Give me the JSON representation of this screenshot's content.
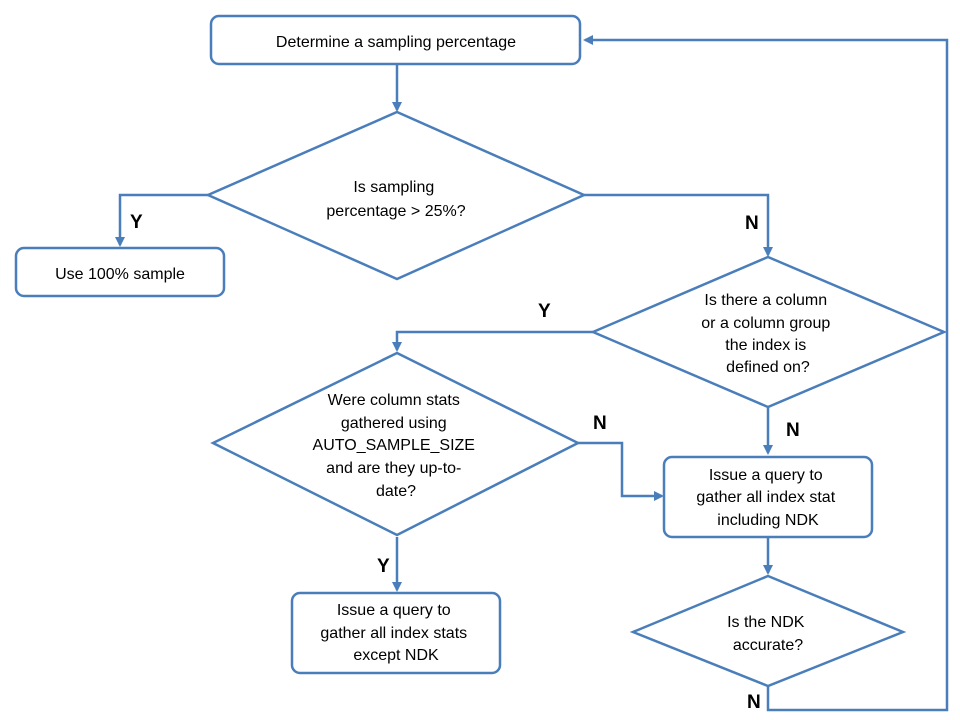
{
  "colors": {
    "stroke": "#4a7ebb",
    "text": "#000000",
    "background": "#ffffff"
  },
  "nodes": {
    "determine": {
      "lines": [
        "Determine a sampling percentage"
      ]
    },
    "sampling_check": {
      "lines": [
        "Is sampling",
        "percentage > 25%?"
      ]
    },
    "use_full": {
      "lines": [
        "Use 100% sample"
      ]
    },
    "column_check": {
      "lines": [
        "Is there a column",
        "or a column group",
        "the index is",
        "defined on?"
      ]
    },
    "stats_check": {
      "lines": [
        "Were column stats",
        "gathered using",
        "AUTO_SAMPLE_SIZE",
        "and are they up-to-",
        "date?"
      ]
    },
    "query_all": {
      "lines": [
        "Issue a query to",
        "gather all index stat",
        "including NDK"
      ]
    },
    "query_except": {
      "lines": [
        "Issue a query to",
        "gather all index stats",
        "except NDK"
      ]
    },
    "ndk_check": {
      "lines": [
        "Is the NDK",
        "accurate?"
      ]
    }
  },
  "edge_labels": {
    "sampling_yes": "Y",
    "sampling_no": "N",
    "column_yes": "Y",
    "column_no": "N",
    "stats_no": "N",
    "stats_yes": "Y",
    "ndk_no": "N"
  }
}
